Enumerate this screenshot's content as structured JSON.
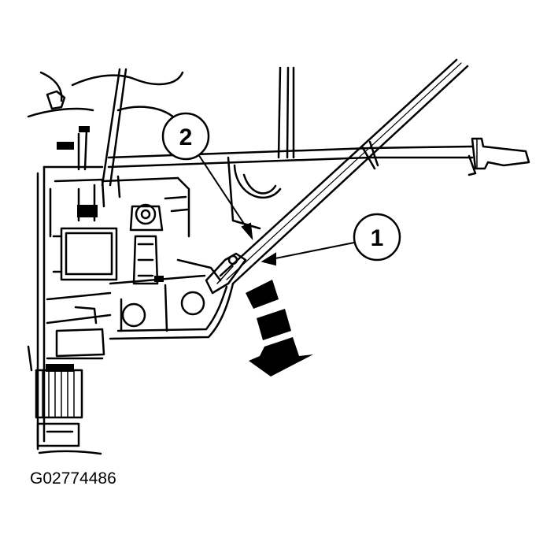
{
  "figure": {
    "id": "G02774486"
  },
  "callouts": [
    {
      "number": "1"
    },
    {
      "number": "2"
    }
  ],
  "colors": {
    "ink": "#000000",
    "paper": "#ffffff"
  }
}
